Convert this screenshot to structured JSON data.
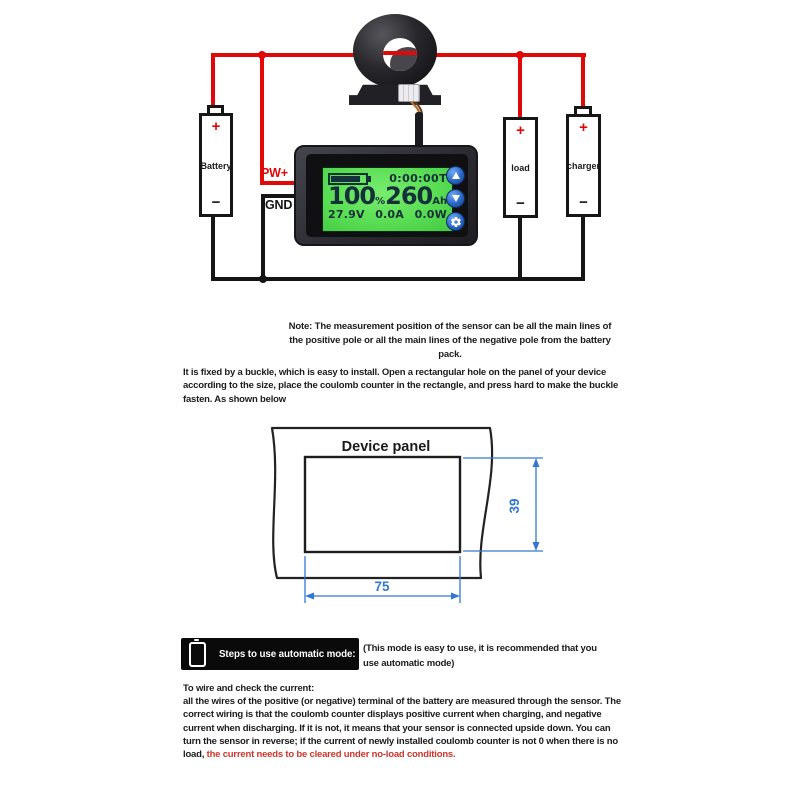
{
  "diagram": {
    "labels": {
      "pw": "PW+",
      "gnd": "GND",
      "battery": "Battery",
      "load": "load",
      "charger": "charger",
      "plus": "+",
      "minus": "−"
    },
    "meter": {
      "time": "0:00:00T",
      "soc_value": "100",
      "soc_unit": "%",
      "capacity_value": "260",
      "capacity_unit": "Ah",
      "voltage": "27.9V",
      "current": "0.0A",
      "power": "0.0W"
    },
    "colors": {
      "wire_positive": "#e10808",
      "wire_negative": "#151515",
      "lcd_green": "#59dd53",
      "lcd_text": "#143038",
      "button_blue": "#2a66c8",
      "dimension_blue": "#3377d4",
      "warning_red": "#cf352b"
    }
  },
  "notes": {
    "sensor_note": "Note: The measurement position of the sensor can be all the main lines of the positive pole or all the main lines of the negative pole from the battery pack.",
    "install_note": "It is fixed by a buckle, which is easy to install. Open a rectangular hole on the panel of your device according to the size, place the coulomb counter in the rectangle, and press hard to make the buckle fasten. As shown below"
  },
  "panel_drawing": {
    "title": "Device panel",
    "width_mm": "75",
    "height_mm": "39"
  },
  "auto_mode": {
    "badge": "Steps to use automatic mode:",
    "hint": "(This mode is easy to use, it is recommended that you use automatic mode)",
    "heading": "To wire and check the current:",
    "body_black": "all the wires of the positive (or negative) terminal of the battery are measured through the sensor. The correct wiring is that the coulomb counter displays positive current when charging, and negative current when discharging. If it is not, it means that your sensor is connected upside down. You can turn the sensor in reverse; if the current of newly installed coulomb counter is not 0 when there is no load, ",
    "body_red": "the current needs to be cleared under no-load conditions."
  }
}
